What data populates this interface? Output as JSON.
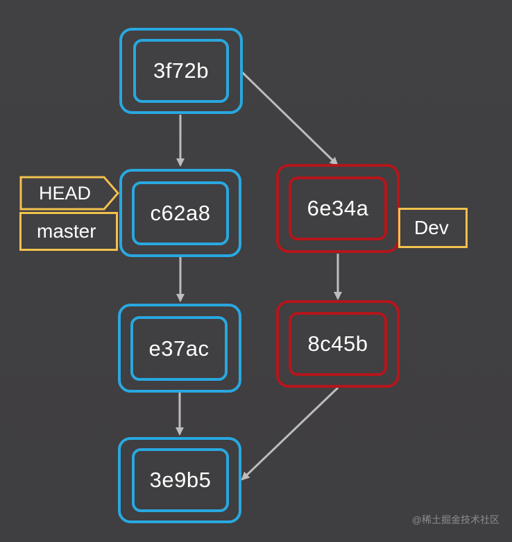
{
  "commits": {
    "c1": {
      "id": "3f72b",
      "branch": "master"
    },
    "c2": {
      "id": "c62a8",
      "branch": "master"
    },
    "c3": {
      "id": "e37ac",
      "branch": "master"
    },
    "c4": {
      "id": "3e9b5",
      "branch": "master"
    },
    "d1": {
      "id": "6e34a",
      "branch": "Dev"
    },
    "d2": {
      "id": "8c45b",
      "branch": "Dev"
    }
  },
  "refs": {
    "head": "HEAD",
    "master": "master",
    "dev": "Dev"
  },
  "colors": {
    "background": "#414042",
    "master_branch": "#29a8e0",
    "dev_branch": "#b4161b",
    "ref_label_border": "#f2c14e",
    "arrow": "#bdbdbd"
  },
  "watermark": "@稀土掘金技术社区"
}
